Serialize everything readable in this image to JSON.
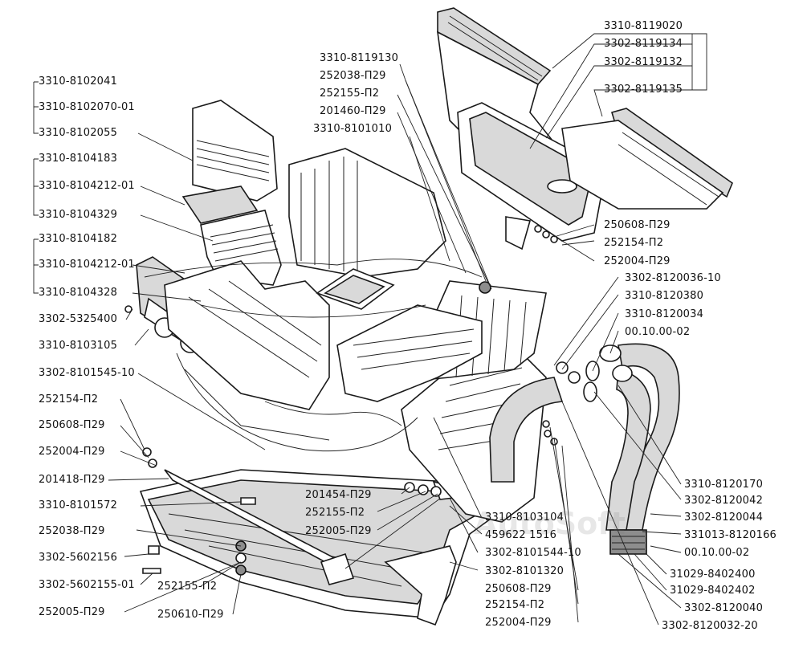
{
  "watermark": "AutoSoft",
  "labels": {
    "l01": "3310-8119020",
    "l02": "3302-8119134",
    "l03": "3302-8119132",
    "l04": "3302-8119135",
    "l05": "3310-8119130",
    "l06": "252038-П29",
    "l07": "252155-П2",
    "l08": "201460-П29",
    "l09": "3310-8101010",
    "l10": "3310-8102041",
    "l11": "3310-8102070-01",
    "l12": "3310-8102055",
    "l13": "3310-8104183",
    "l14": "3310-8104212-01",
    "l15": "3310-8104329",
    "l16": "3310-8104182",
    "l17": "3310-8104212-01",
    "l18": "3310-8104328",
    "l19": "3302-5325400",
    "l20": "3310-8103105",
    "l21": "3302-8101545-10",
    "l22": "252154-П2",
    "l23": "250608-П29",
    "l24": "252004-П29",
    "l25": "201418-П29",
    "l26": "3310-8101572",
    "l27": "252038-П29",
    "l28": "3302-5602156",
    "l29": "3302-5602155-01",
    "l30": "252005-П29",
    "l31": "252155-П2",
    "l32": "250610-П29",
    "l33": "250608-П29",
    "l34": "252154-П2",
    "l35": "252004-П29",
    "l36": "3302-8120036-10",
    "l37": "3310-8120380",
    "l38": "3310-8120034",
    "l39": "00.10.00-02",
    "l40": "201454-П29",
    "l41": "252155-П2",
    "l42": "252005-П29",
    "l43": "3310-8103104",
    "l44": "459622 1516",
    "l45": "3302-8101544-10",
    "l46": "3302-8101320",
    "l47": "250608-П29",
    "l48": "252154-П2",
    "l49": "252004-П29",
    "l50": "3310-8120170",
    "l51": "3302-8120042",
    "l52": "3302-8120044",
    "l53": "331013-8120166",
    "l54": "00.10.00-02",
    "l55": "31029-8402400",
    "l56": "31029-8402402",
    "l57": "3302-8120040",
    "l58": "3302-8120032-20"
  }
}
